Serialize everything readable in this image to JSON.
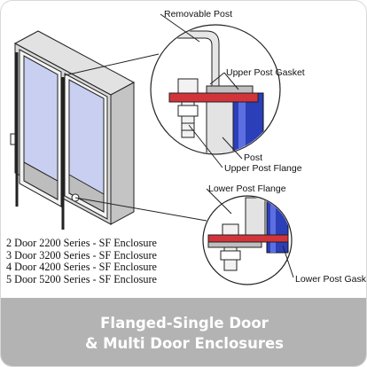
{
  "callouts": {
    "removable_post": "Removable Post",
    "upper_post_gasket": "Upper Post Gasket",
    "post": "Post",
    "upper_post_flange": "Upper Post Flange",
    "lower_post_flange": "Lower Post Flange",
    "lower_post_gasket": "Lower Post Gask"
  },
  "series": [
    "2 Door 2200 Series - SF Enclosure",
    "3 Door 3200 Series - SF Enclosure",
    "4 Door 4200 Series - SF Enclosure",
    "5 Door 5200 Series - SF Enclosure"
  ],
  "caption": {
    "line1": "Flanged-Single Door",
    "line2": "& Multi Door Enclosures"
  },
  "colors": {
    "caption_bg": "#b3b3b3",
    "gasket_red": "#d3343b",
    "post_blue": "#2a3fb8",
    "enclosure_gray": "#cfcfcf"
  }
}
